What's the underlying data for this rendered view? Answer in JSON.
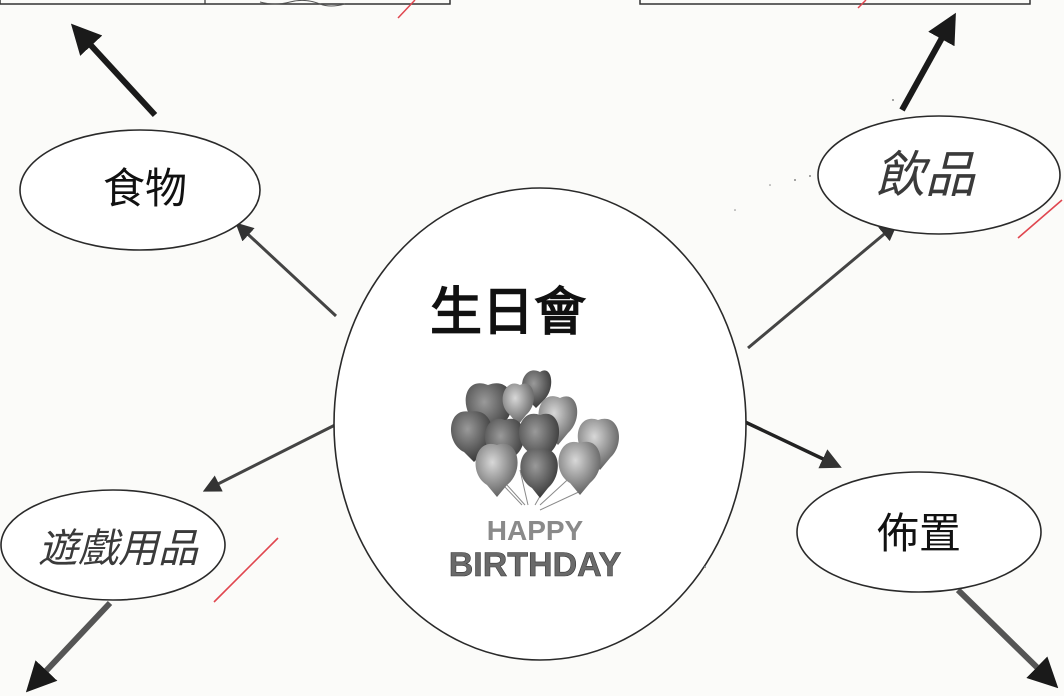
{
  "center": {
    "title": "生日會",
    "banner_line1": "HAPPY",
    "banner_line2": "BIRTHDAY"
  },
  "nodes": {
    "food": "食物",
    "drinks": "飲品",
    "games": "遊戲用品",
    "decor": "佈置"
  },
  "colors": {
    "line": "#2a2a2a",
    "arrow_top": "#1a1a1a",
    "red_check": "#e0464f",
    "balloon_dark": "#5a5a5a",
    "balloon_light": "#b9b9b9"
  }
}
